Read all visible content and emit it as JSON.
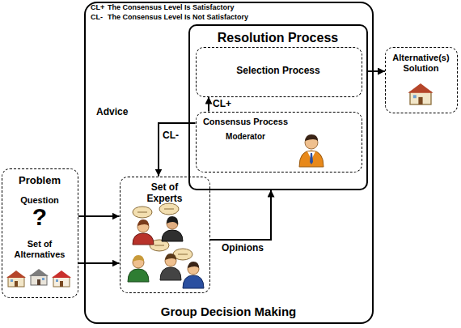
{
  "diagram": {
    "nodes": [
      {
        "text": [
          "Problem",
          "Question",
          "?",
          "Set of Alternatives"
        ]
      },
      {
        "text": [
          "Group Decision Making"
        ]
      },
      {
        "text": [
          "Resolution Process"
        ],
        "in": 1
      },
      {
        "text": [
          "Selection Process"
        ],
        "in": 2
      },
      {
        "text": [
          "Consensus Process",
          "Moderator"
        ],
        "in": 2
      },
      {
        "text": [
          "Set of Experts"
        ],
        "in": 1
      },
      {
        "text": [
          "Alternative(s) Solution"
        ]
      }
    ],
    "edges": [
      {
        "from": 0,
        "to": 5,
        "arrow": "to"
      },
      {
        "from": 0,
        "to": 5,
        "arrow": "to"
      },
      {
        "from": 5,
        "to": 2,
        "label": "Opinions",
        "arrow": "to"
      },
      {
        "from": 4,
        "to": 3,
        "label": "CL+",
        "arrow": "to"
      },
      {
        "from": 4,
        "to": 5,
        "label": "CL-",
        "arrow": "to"
      },
      {
        "from": 2,
        "to": 6,
        "arrow": "to"
      }
    ],
    "labels": [
      "CL+",
      "The Consensus Level Is Satisfactory",
      "CL-",
      "The Consensus Level Is Not Satisfactory",
      "Advice"
    ]
  }
}
